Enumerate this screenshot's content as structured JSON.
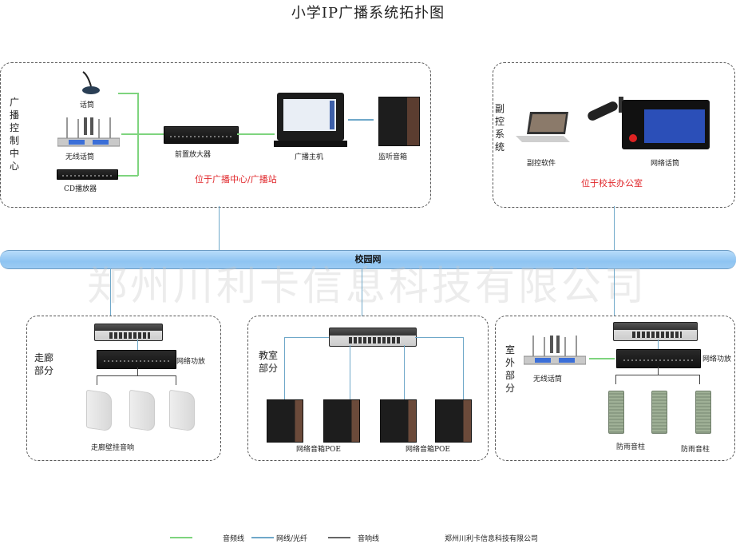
{
  "title": "小学IP广播系统拓扑图",
  "watermark": "郑州川利卡信息科技有限公司",
  "colors": {
    "audio_line": "#7ed47e",
    "network_line": "#6fa8c9",
    "speaker_line": "#444444",
    "location_text": "#e0262a",
    "bus": "#9ccbf3"
  },
  "control_center": {
    "label": "广播控制中心",
    "devices": {
      "microphone": "话筒",
      "wireless_mic": "无线话筒",
      "cd_player": "CD播放器",
      "preamp": "前置放大器",
      "host": "广播主机",
      "monitor_speaker": "监听音箱"
    },
    "location": "位于广播中心/广播站"
  },
  "sub_control": {
    "label": "副控系统",
    "devices": {
      "software": "副控软件",
      "network_mic": "网络话筒"
    },
    "location": "位于校长办公室"
  },
  "network": {
    "label": "校园网"
  },
  "corridor": {
    "label": "走廊部分",
    "devices": {
      "amplifier": "网络功放",
      "speakers": "走廊壁挂音响"
    }
  },
  "classroom": {
    "label": "教室部分",
    "devices": {
      "speakers_a": "网络音箱POE",
      "speakers_b": "网络音箱POE"
    }
  },
  "outdoor": {
    "label": "室外部分",
    "devices": {
      "wireless_mic": "无线话筒",
      "amplifier": "网络功放",
      "column_a": "防雨音柱",
      "column_b": "防雨音柱"
    }
  },
  "legend": [
    {
      "label": "音频线",
      "type": "audio"
    },
    {
      "label": "网线/光纤",
      "type": "network"
    },
    {
      "label": "音响线",
      "type": "speaker"
    }
  ],
  "company": "郑州川利卡信息科技有限公司"
}
